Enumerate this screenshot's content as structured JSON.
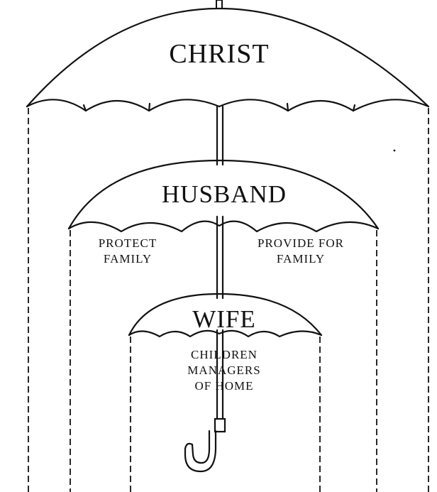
{
  "umbrellas": {
    "christ": {
      "title": "CHRIST"
    },
    "husband": {
      "title": "HUSBAND",
      "left_note": [
        "PROTECT",
        "FAMILY"
      ],
      "right_note": [
        "PROVIDE FOR",
        "FAMILY"
      ]
    },
    "wife": {
      "title": "WIFE",
      "note": [
        "CHILDREN",
        "MANAGERS",
        "OF HOME"
      ]
    }
  },
  "colors": {
    "ink": "#111111",
    "background": "#ffffff"
  }
}
